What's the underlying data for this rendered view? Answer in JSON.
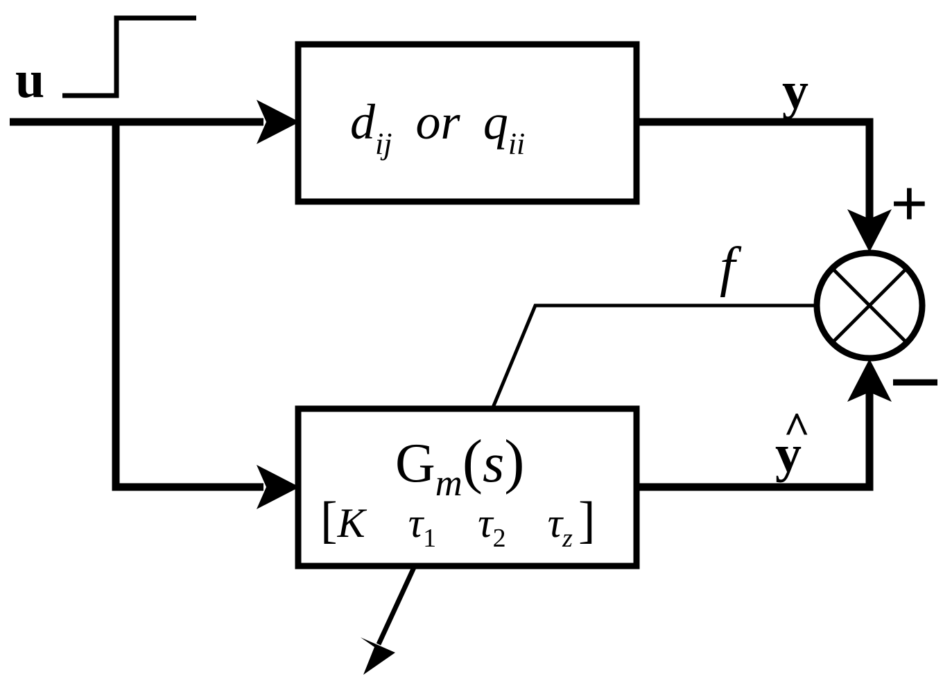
{
  "signals": {
    "input": "u",
    "output": "y",
    "estimate": "y",
    "estimate_hat": "^",
    "feedback": "f"
  },
  "plant_block": {
    "d_main": "d",
    "d_sub": "ij",
    "connector": "or",
    "q_main": "q",
    "q_sub": "ii"
  },
  "model_block": {
    "g_main": "G",
    "g_sub": "m",
    "paren_open": "(",
    "arg": "s",
    "paren_close": ")",
    "bracket_open": "[",
    "param_k": "K",
    "tau": "τ",
    "tau1_sub": "1",
    "tau2_sub": "2",
    "tauz_sub": "z",
    "bracket_close": "]"
  },
  "summing_junction": {
    "plus_sign": "+",
    "minus_sign": "−"
  },
  "colors": {
    "stroke": "#000000",
    "background": "#ffffff"
  }
}
